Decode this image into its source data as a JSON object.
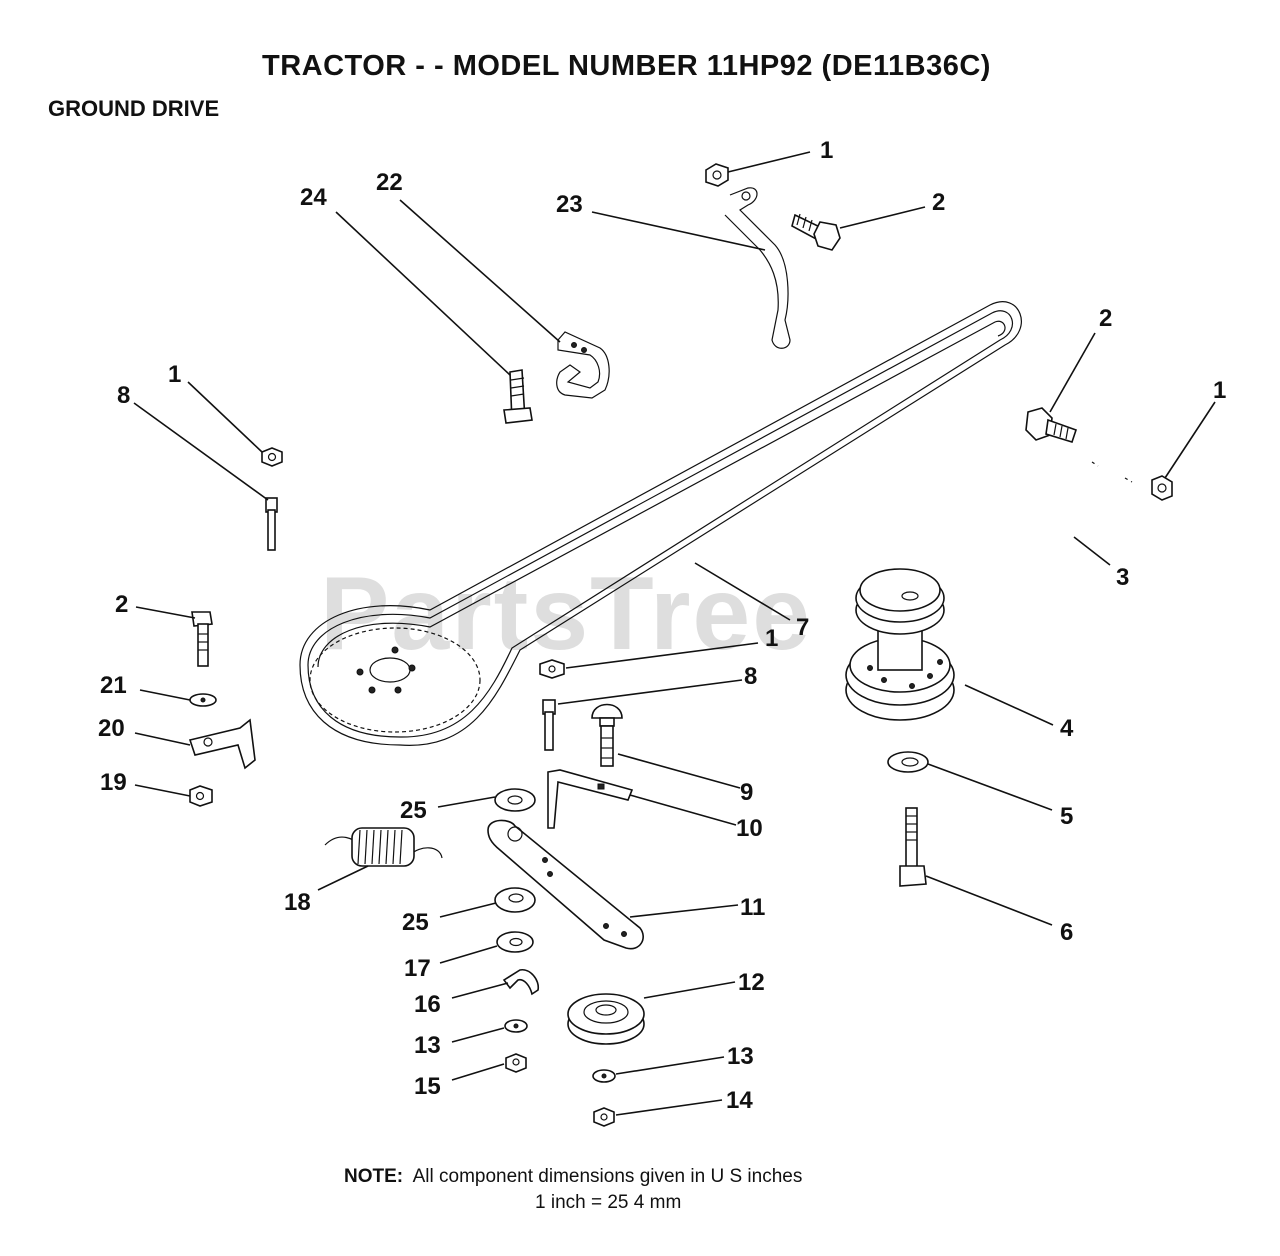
{
  "title": "TRACTOR - - MODEL NUMBER 11HP92   (DE11B36C)",
  "subtitle": "GROUND DRIVE",
  "watermark": "PartsTree",
  "note": {
    "prefix": "NOTE:",
    "line1": "All component dimensions given in U S  inches",
    "line2": "1 inch = 25 4 mm"
  },
  "callouts": [
    {
      "id": "c1-top-nut",
      "label": "1"
    },
    {
      "id": "c2-top-bolt",
      "label": "2"
    },
    {
      "id": "c23",
      "label": "23"
    },
    {
      "id": "c24",
      "label": "24"
    },
    {
      "id": "c22",
      "label": "22"
    },
    {
      "id": "c2-right-bolt",
      "label": "2"
    },
    {
      "id": "c1-right-nut",
      "label": "1"
    },
    {
      "id": "c3",
      "label": "3"
    },
    {
      "id": "c1-left-nut",
      "label": "1"
    },
    {
      "id": "c8-left-bolt",
      "label": "8"
    },
    {
      "id": "c7",
      "label": "7"
    },
    {
      "id": "c2-left-bolt",
      "label": "2"
    },
    {
      "id": "c21",
      "label": "21"
    },
    {
      "id": "c20",
      "label": "20"
    },
    {
      "id": "c19",
      "label": "19"
    },
    {
      "id": "c1-mid-nut",
      "label": "1"
    },
    {
      "id": "c8-mid-bolt",
      "label": "8"
    },
    {
      "id": "c4",
      "label": "4"
    },
    {
      "id": "c9",
      "label": "9"
    },
    {
      "id": "c5",
      "label": "5"
    },
    {
      "id": "c10",
      "label": "10"
    },
    {
      "id": "c25-upper",
      "label": "25"
    },
    {
      "id": "c18",
      "label": "18"
    },
    {
      "id": "c6",
      "label": "6"
    },
    {
      "id": "c11",
      "label": "11"
    },
    {
      "id": "c25-lower",
      "label": "25"
    },
    {
      "id": "c17",
      "label": "17"
    },
    {
      "id": "c12",
      "label": "12"
    },
    {
      "id": "c16",
      "label": "16"
    },
    {
      "id": "c13-left",
      "label": "13"
    },
    {
      "id": "c13-right",
      "label": "13"
    },
    {
      "id": "c15",
      "label": "15"
    },
    {
      "id": "c14",
      "label": "14"
    }
  ]
}
